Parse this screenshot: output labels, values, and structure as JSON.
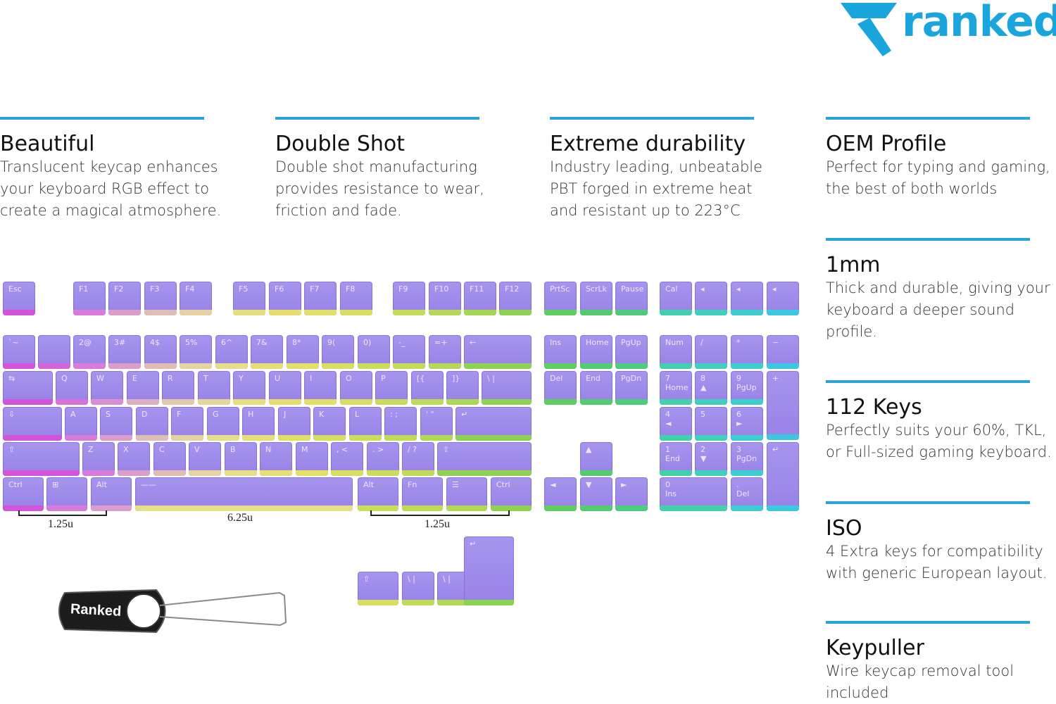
{
  "brand": {
    "name": "ranked",
    "color": "#1aa6dc"
  },
  "features": [
    {
      "title": "Beautiful",
      "text": "Translucent keycap enhances your keyboard RGB effect to create a magical atmosphere."
    },
    {
      "title": "Double Shot",
      "text": "Double shot manufacturing provides resistance to wear, friction and fade."
    },
    {
      "title": "Extreme durability",
      "text": "Industry leading, unbeatable PBT forged in extreme heat and resistant up to 223°C"
    },
    {
      "title": "OEM Profile",
      "text": "Perfect for typing and gaming, the best of both worlds"
    },
    {
      "title": "1mm",
      "text": "Thick and durable, giving your keyboard a deeper sound profile."
    },
    {
      "title": "112 Keys",
      "text": "Perfectly suits your 60%, TKL, or Full-sized gaming keyboard."
    },
    {
      "title": "ISO",
      "text": "4 Extra keys for compatibility with generic European layout."
    },
    {
      "title": "Keypuller",
      "text": "Wire keycap removal tool included"
    }
  ],
  "dimensions": {
    "left": "1.25u",
    "space": "6.25u",
    "right": "1.25u"
  },
  "puller": {
    "brand": "Ranked"
  },
  "colors": {
    "accent": "#2aa3d6",
    "keycap": "#9d8aea"
  },
  "keys": {
    "esc": "Esc",
    "f1": "F1",
    "f2": "F2",
    "f3": "F3",
    "f4": "F4",
    "f5": "F5",
    "f6": "F6",
    "f7": "F7",
    "f8": "F8",
    "f9": "F9",
    "f10": "F10",
    "f11": "F11",
    "f12": "F12",
    "prtsc": "PrtSc",
    "scrlk": "ScrLk",
    "pause": "Pause",
    "calc": "Cal",
    "tilde": "`~",
    "n2": "2@",
    "n3": "3#",
    "n4": "4$",
    "n5": "5%",
    "n6": "6^",
    "n7": "7&",
    "n8": "8*",
    "n9": "9(",
    "n0": "0)",
    "minus": "-_",
    "equal": "=+",
    "bksp": "←",
    "ins": "Ins",
    "home": "Home",
    "pgup": "PgUp",
    "num": "Num",
    "slash": "/",
    "star": "*",
    "kminus": "−",
    "tab": "⇆",
    "q": "Q",
    "w": "W",
    "e": "E",
    "r": "R",
    "t": "T",
    "y": "Y",
    "u": "U",
    "i": "I",
    "o": "O",
    "p": "P",
    "lbr": "[{",
    "rbr": "]}",
    "bsl": "\\ |",
    "del": "Del",
    "end": "End",
    "pgdn": "PgDn",
    "k7": "7\nHome",
    "k8": "8\n▲",
    "k9": "9\nPgUp",
    "kplus": "+",
    "caps": "⇩",
    "a": "A",
    "s": "S",
    "d": "D",
    "f": "F",
    "g": "G",
    "h": "H",
    "j": "J",
    "k": "K",
    "l": "L",
    "semi": ": ;",
    "quote": "' \"",
    "enter": "↵",
    "k4": "4\n◄",
    "k5": "5",
    "k6": "6\n►",
    "lshift": "⇧",
    "z": "Z",
    "x": "X",
    "c": "C",
    "v": "V",
    "b": "B",
    "n": "N",
    "m": "M",
    "comma": ", <",
    "period": ". >",
    "fslash": "/ ?",
    "rshift": "⇧",
    "up": "▲",
    "k1": "1\nEnd",
    "k2": "2\n▼",
    "k3": "3\nPgDn",
    "kenter": "↵",
    "lctrl": "Ctrl",
    "win": "⊞",
    "lalt": "Alt",
    "space": "——",
    "ralt": "Alt",
    "fn": "Fn",
    "menu": "☰",
    "rctrl": "Ctrl",
    "left": "◄",
    "down": "▼",
    "right": "►",
    "k0": "0\nIns",
    "kdot": ".\nDel",
    "iso_shift": "⇧",
    "iso_bsl1": "\\ |",
    "iso_bsl2": "\\ |",
    "iso_enter": "↵"
  }
}
